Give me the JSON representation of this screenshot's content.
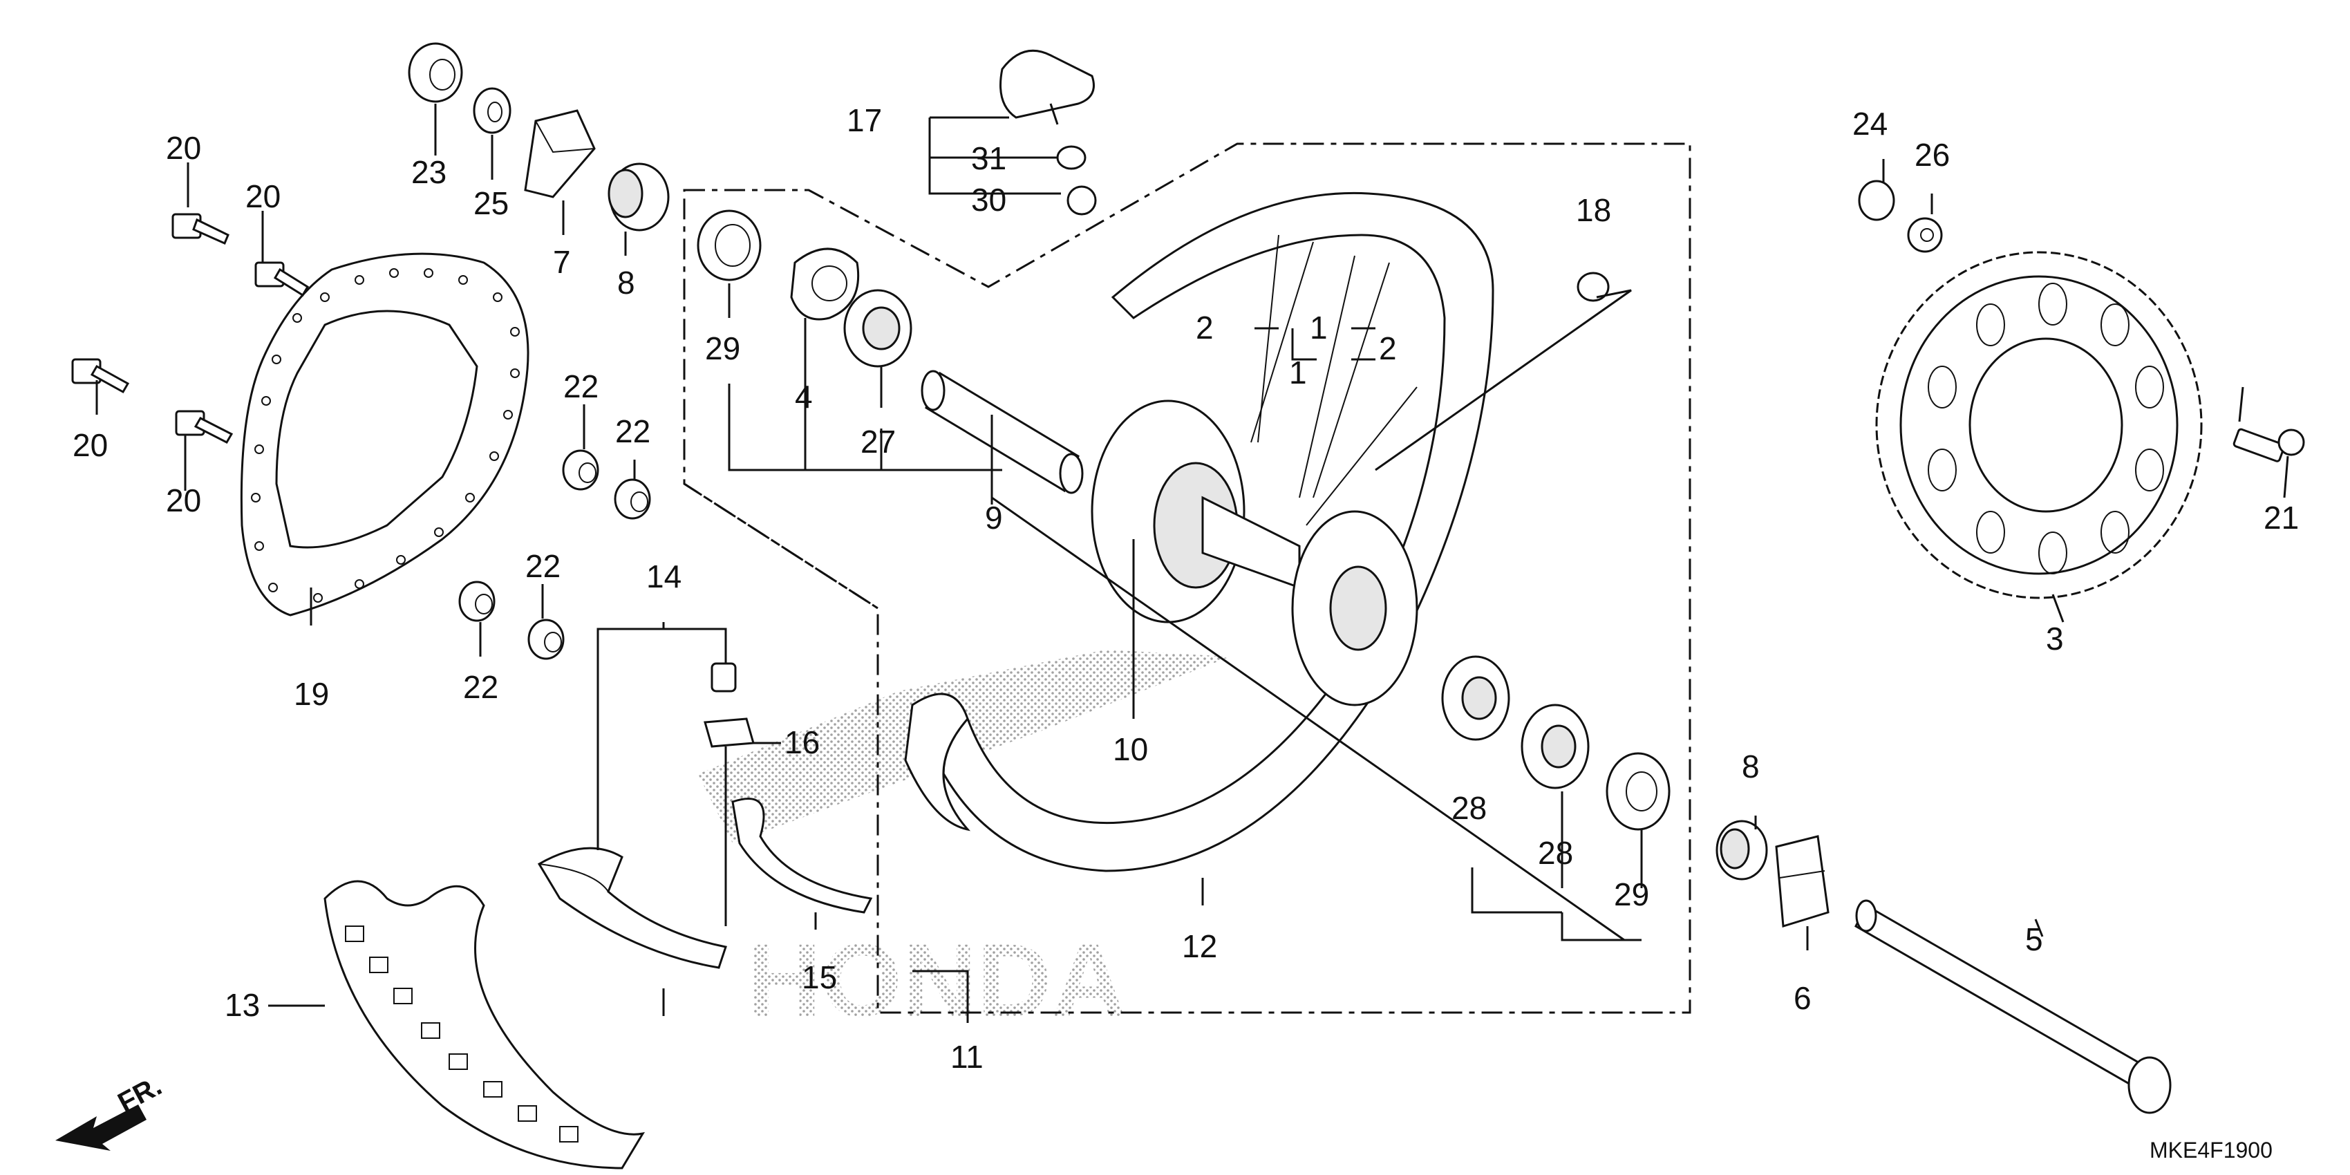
{
  "diagram_code": "MKE4F1900",
  "front_indicator": "FR.",
  "watermark": "HONDA",
  "callouts": {
    "c1a": "1",
    "c1b": "1",
    "c2a": "2",
    "c2b": "2",
    "c3": "3",
    "c4": "4",
    "c5": "5",
    "c6": "6",
    "c7": "7",
    "c8a": "8",
    "c8b": "8",
    "c9": "9",
    "c10": "10",
    "c11": "11",
    "c12": "12",
    "c13": "13",
    "c14": "14",
    "c15": "15",
    "c16": "16",
    "c17": "17",
    "c18": "18",
    "c19": "19",
    "c20a": "20",
    "c20b": "20",
    "c20c": "20",
    "c20d": "20",
    "c21": "21",
    "c22a": "22",
    "c22b": "22",
    "c22c": "22",
    "c22d": "22",
    "c23": "23",
    "c24": "24",
    "c25": "25",
    "c26": "26",
    "c27": "27",
    "c28a": "28",
    "c28b": "28",
    "c29a": "29",
    "c29b": "29",
    "c30": "30",
    "c31": "31"
  }
}
